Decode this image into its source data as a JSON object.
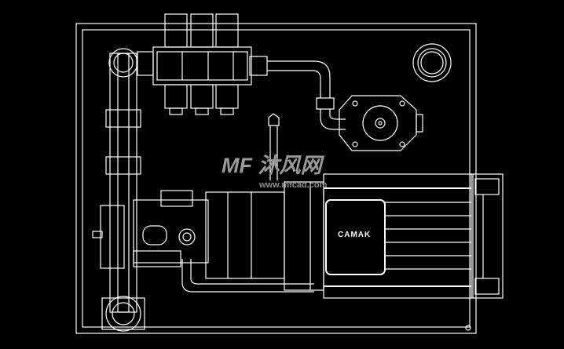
{
  "drawing": {
    "motor_label": "CAMAK",
    "background_color": "#000000",
    "line_color": "#ffffff"
  },
  "watermark": {
    "logo_text": "MF",
    "brand": "沐风网",
    "url": "www.mfcad.com"
  }
}
